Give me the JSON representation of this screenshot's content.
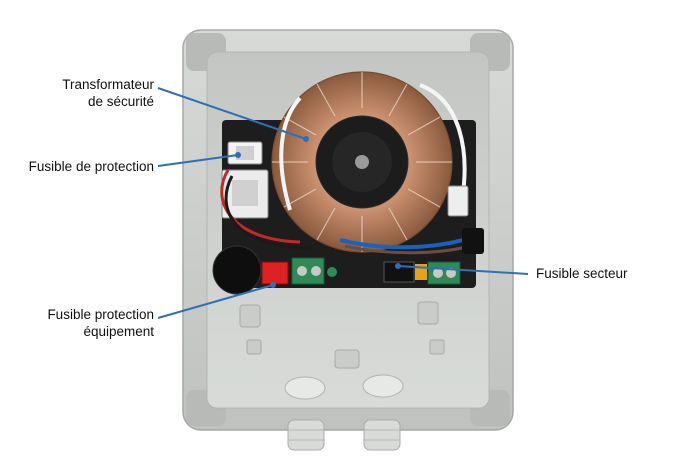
{
  "labels": {
    "transformer": [
      "Transformateur",
      "de sécurité"
    ],
    "protection_fuse": "Fusible de protection",
    "equipment_fuse": [
      "Fusible protection",
      "équipement"
    ],
    "mains_fuse": "Fusible secteur"
  },
  "colors": {
    "leader_line": "#2f6fb8",
    "enclosure": "#cfd2cf",
    "enclosure_shadow": "#a9aca9",
    "copper_coil": "#c98f6e",
    "pcb": "#1a1a1a"
  }
}
